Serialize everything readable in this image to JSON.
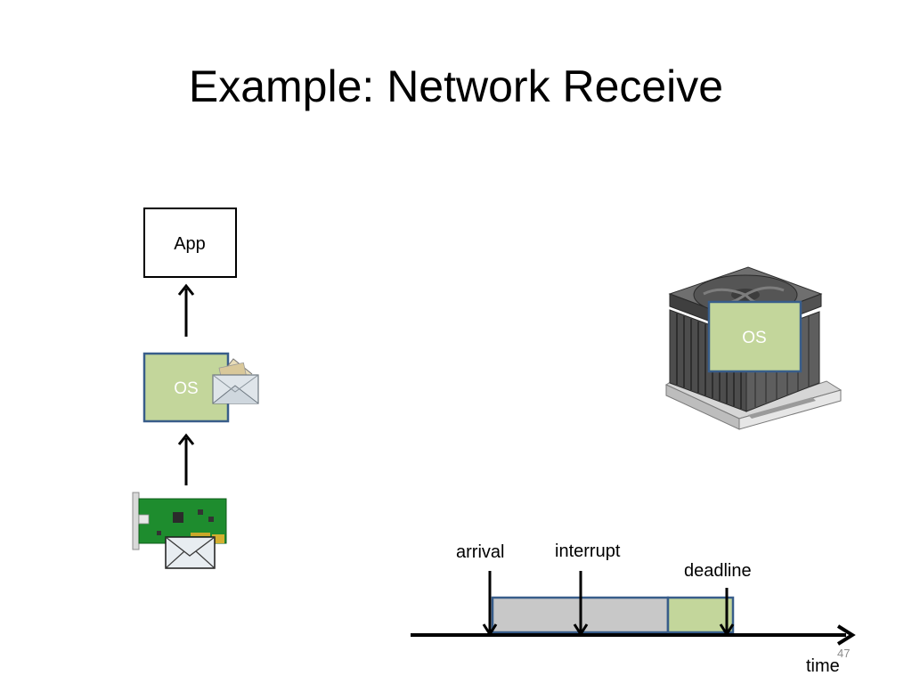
{
  "slide": {
    "title": "Example: Network Receive",
    "page_number": "47"
  },
  "left_stack": {
    "app_label": "App",
    "os_label": "OS"
  },
  "cpu": {
    "os_label": "OS"
  },
  "timeline": {
    "arrival_label": "arrival",
    "interrupt_label": "interrupt",
    "deadline_label": "deadline",
    "axis_label": "time"
  },
  "colors": {
    "os_fill": "#c3d69b",
    "os_border": "#385d8a",
    "wait_fill": "#c8c8c8",
    "nic_green": "#1e8c2e"
  },
  "icons": [
    "envelope-icon",
    "network-card-icon",
    "cpu-heatsink-icon",
    "up-arrow-icon",
    "down-arrow-icon",
    "right-arrow-icon"
  ]
}
